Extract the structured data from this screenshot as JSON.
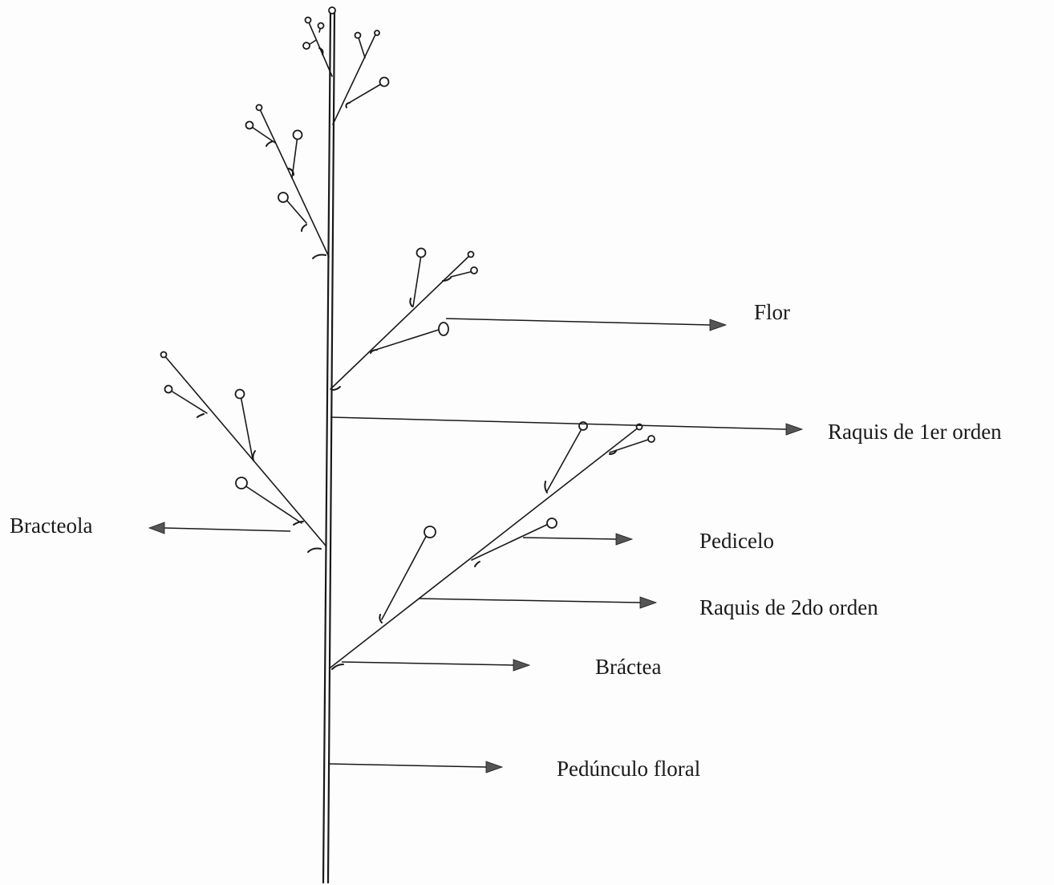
{
  "labels": {
    "flor": "Flor",
    "raquis_1": "Raquis de 1er orden",
    "bracteola": "Bracteola",
    "pedicelo": "Pedicelo",
    "raquis_2": "Raquis de 2do orden",
    "bractea": "Bráctea",
    "pedunculo": "Pedúnculo floral"
  }
}
